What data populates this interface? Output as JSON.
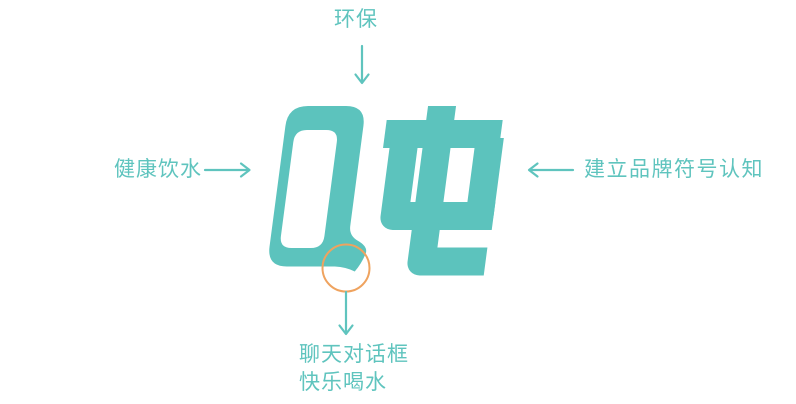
{
  "colors": {
    "teal_logo": "#5CC3BD",
    "teal_text": "#5FC4BE",
    "orange_highlight": "#EFA35F",
    "background": "#FFFFFF"
  },
  "logo": {
    "character": "吨"
  },
  "annotations": {
    "top": "环保",
    "left": "健康饮水",
    "right": "建立品牌符号认知",
    "bottom_line1": "聊天对话框",
    "bottom_line2": "快乐喝水"
  }
}
